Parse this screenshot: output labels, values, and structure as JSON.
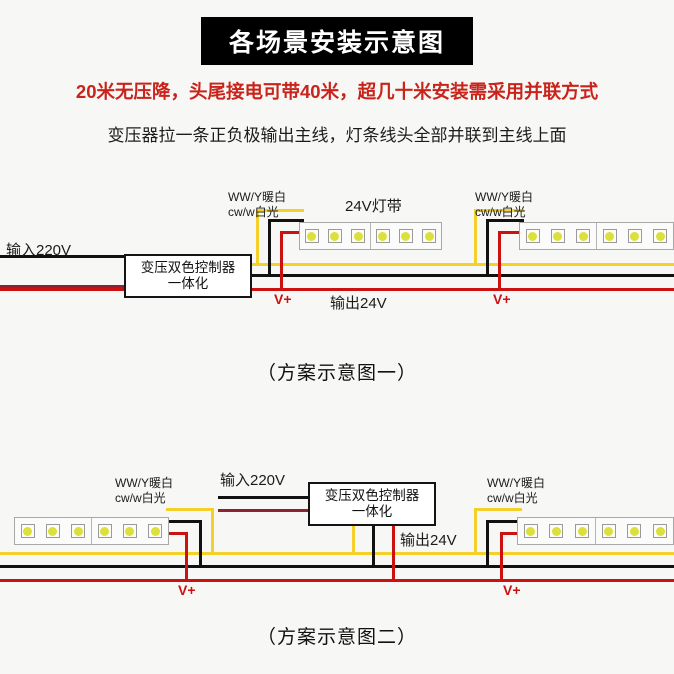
{
  "header": {
    "title": "各场景安装示意图",
    "subtitle_red": "20米无压降，头尾接电可带40米，超几十米安装需采用并联方式",
    "subtitle_black": "变压器拉一条正负极输出主线，灯条线头全部并联到主线上面",
    "title_bg_color": "#000000",
    "title_text_color": "#ffffff",
    "subtitle_red_color": "#c8241c"
  },
  "diagram_one": {
    "caption": "（方案示意图一）",
    "input_label": "输入220V",
    "output_label": "输出24V",
    "controller_line1": "变压双色控制器",
    "controller_line2": "一体化",
    "strip_label": "24V灯带",
    "left_color_label_line1": "WW/Y暖白",
    "left_color_label_line2": "cw/w白光",
    "right_color_label_line1": "WW/Y暖白",
    "right_color_label_line2": "cw/w白光",
    "vplus_left": "V+",
    "vplus_right": "V+"
  },
  "diagram_two": {
    "caption": "（方案示意图二）",
    "input_label": "输入220V",
    "output_label": "输出24V",
    "controller_line1": "变压双色控制器",
    "controller_line2": "一体化",
    "left_color_label_line1": "WW/Y暖白",
    "left_color_label_line2": "cw/w白光",
    "right_color_label_line1": "WW/Y暖白",
    "right_color_label_line2": "cw/w白光",
    "vplus_left": "V+",
    "vplus_right": "V+"
  },
  "wire_colors": {
    "live_black": "#111111",
    "positive_red": "#cc1111",
    "neutral_darkred": "#8d2230",
    "warm_white_yellow": "#f5cf2a"
  }
}
